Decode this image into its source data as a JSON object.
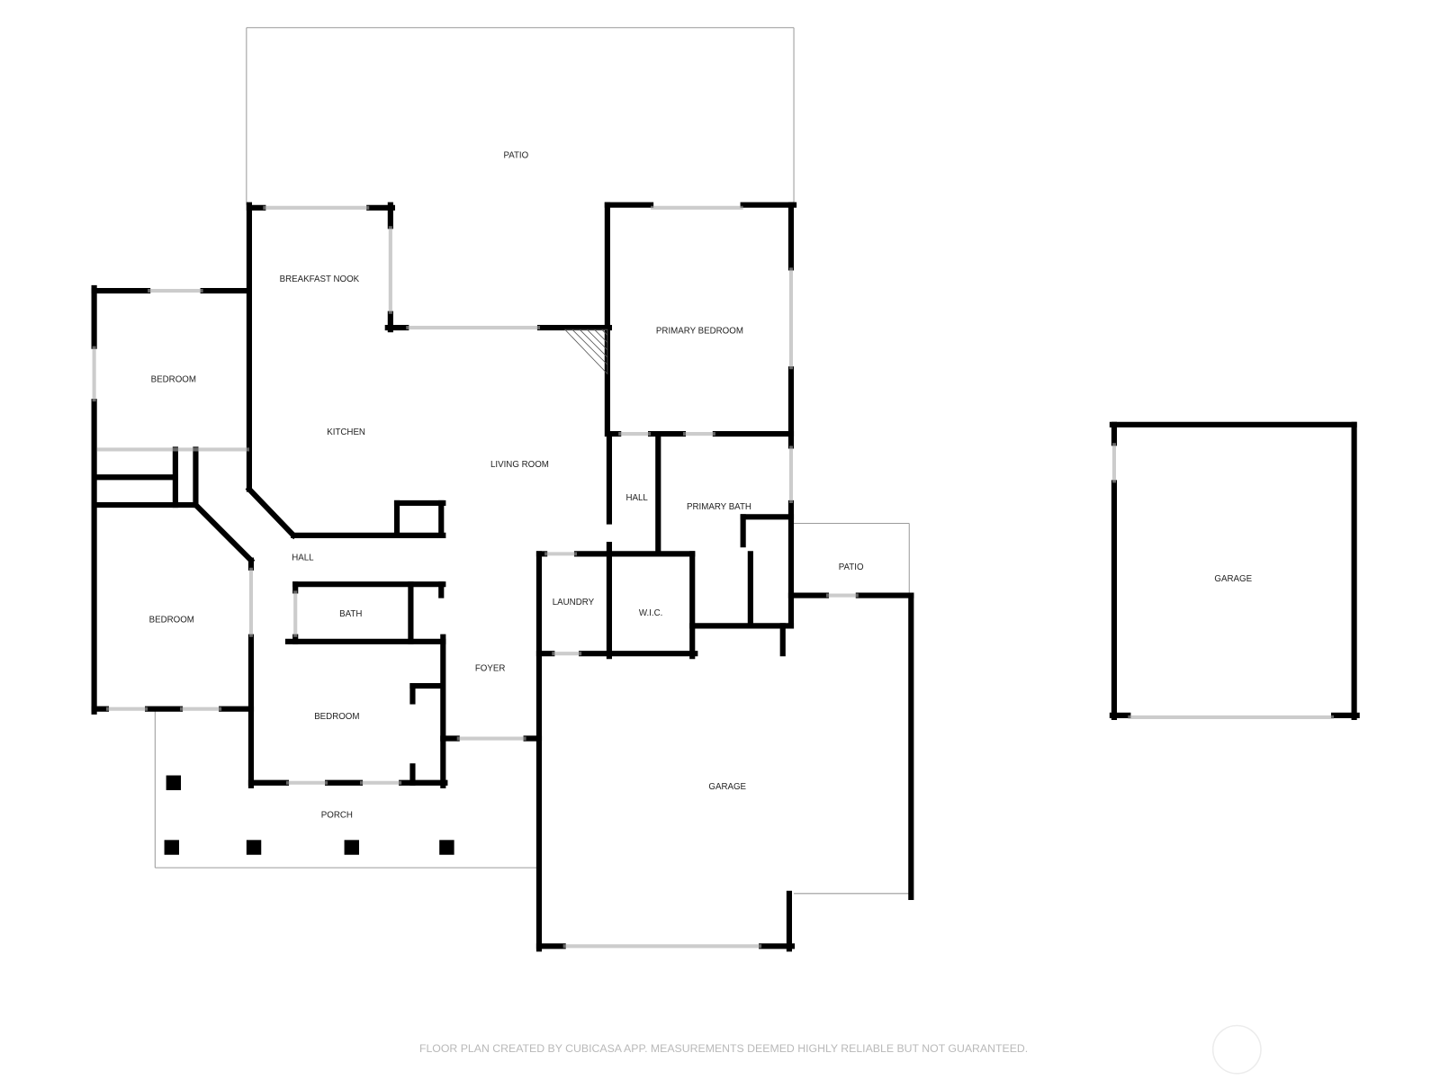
{
  "rooms": {
    "patio_top": "PATIO",
    "breakfast_nook": "BREAKFAST NOOK",
    "primary_bedroom": "PRIMARY BEDROOM",
    "bedroom_1": "BEDROOM",
    "kitchen": "KITCHEN",
    "living_room": "LIVING ROOM",
    "hall_right": "HALL",
    "primary_bath": "PRIMARY BATH",
    "hall_left": "HALL",
    "patio_side": "PATIO",
    "laundry": "LAUNDRY",
    "wic": "W.I.C.",
    "bedroom_2": "BEDROOM",
    "bath": "BATH",
    "foyer": "FOYER",
    "bedroom_3": "BEDROOM",
    "garage_main": "GARAGE",
    "porch": "PORCH",
    "garage_detached": "GARAGE"
  },
  "footer": "FLOOR PLAN CREATED BY CUBICASA APP. MEASUREMENTS DEEMED HIGHLY RELIABLE BUT NOT GUARANTEED.",
  "colors": {
    "wall": "#000000",
    "outline": "#9a9a9a",
    "footer": "#b9b9b9"
  }
}
